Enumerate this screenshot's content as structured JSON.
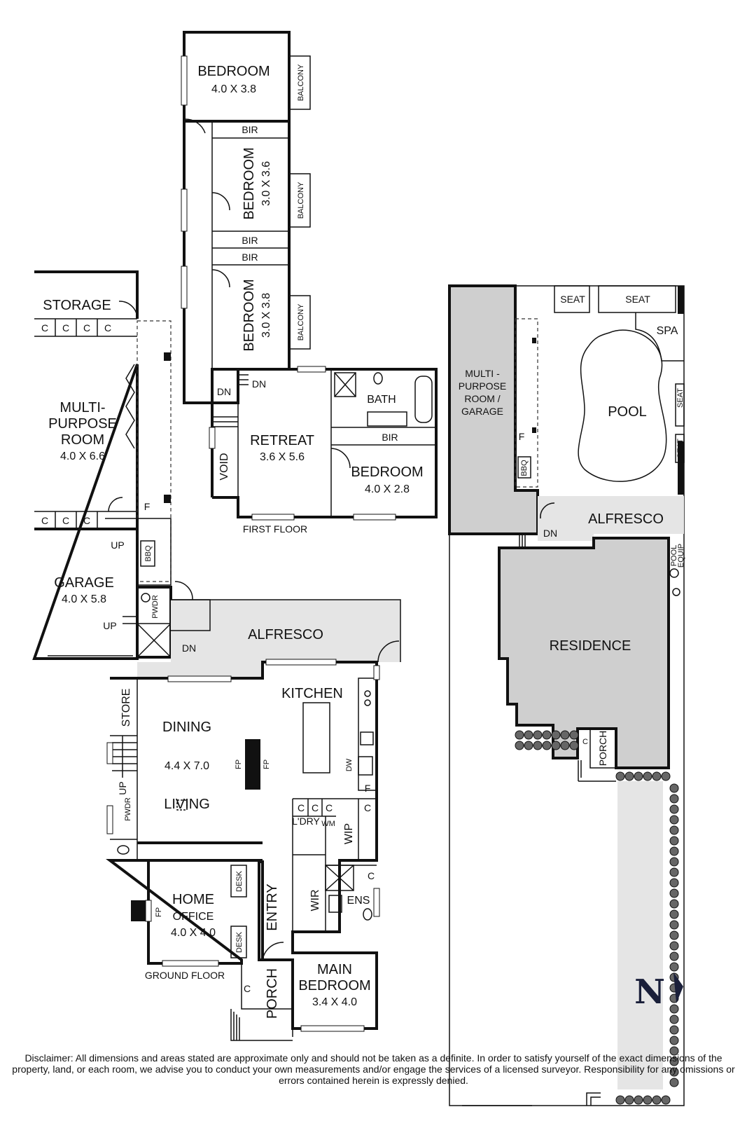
{
  "first_floor": {
    "label": "FIRST FLOOR",
    "bedroom_1": {
      "name": "BEDROOM",
      "dims": "4.0 X 3.8"
    },
    "bedroom_2": {
      "name": "BEDROOM",
      "dims": "3.0 X 3.6"
    },
    "bedroom_3": {
      "name": "BEDROOM",
      "dims": "3.0 X 3.8"
    },
    "bedroom_4": {
      "name": "BEDROOM",
      "dims": "4.0 X 2.8"
    },
    "balcony": "BALCONY",
    "bir": "BIR",
    "bath": "BATH",
    "retreat": {
      "name": "RETREAT",
      "dims": "3.6 X 5.6"
    },
    "void": "VOID",
    "dn": "DN"
  },
  "outbuilding": {
    "storage": "STORAGE",
    "c": "C",
    "multi_purpose": {
      "line1": "MULTI-",
      "line2": "PURPOSE",
      "line3": "ROOM",
      "dims": "4.0 X 6.6"
    },
    "garage": {
      "name": "GARAGE",
      "dims": "4.0 X 5.8"
    },
    "up": "UP",
    "f": "F",
    "bbq": "BBQ",
    "pwdr": "PWDR"
  },
  "ground_floor": {
    "label": "GROUND FLOOR",
    "alfresco": "ALFRESCO",
    "dn": "DN",
    "kitchen": "KITCHEN",
    "dining": "DINING",
    "living_dims": "4.4 X 7.0",
    "living": "LIVING",
    "fp": "FP",
    "store": "STORE",
    "up": "UP",
    "pwdr": "PWDR",
    "dw": "DW",
    "f": "F",
    "c": "C",
    "ldry": "L'DRY",
    "wm": "WM",
    "wip": "WIP",
    "desk": "DESK",
    "home_office": {
      "line1": "HOME",
      "line2": "OFFICE",
      "dims": "4.0 X 4.0"
    },
    "entry": "ENTRY",
    "wir": "WIR",
    "ens": "ENS",
    "porch": "PORCH",
    "main_bedroom": {
      "line1": "MAIN",
      "line2": "BEDROOM",
      "dims": "3.4 X 4.0"
    }
  },
  "site_plan": {
    "seat": "SEAT",
    "spa": "SPA",
    "pool": "POOL",
    "multi_purpose": {
      "line1": "MULTI -",
      "line2": "PURPOSE",
      "line3": "ROOM /",
      "line4": "GARAGE"
    },
    "f": "F",
    "bbq": "BBQ",
    "dn": "DN",
    "alfresco": "ALFRESCO",
    "pool_equip": {
      "line1": "POOL",
      "line2": "EQUIP"
    },
    "residence": "RESIDENCE",
    "porch": "PORCH",
    "c": "C"
  },
  "compass": "N",
  "disclaimer": "Disclaimer: All dimensions and areas stated are approximate only and should not be taken as a definite. In order to satisfy yourself of the exact dimensions of the property, land, or each room, we advise you to conduct your own measurements and/or engage the services of a licensed surveyor. Responsibility for any omissions or errors contained herein is expressly denied."
}
